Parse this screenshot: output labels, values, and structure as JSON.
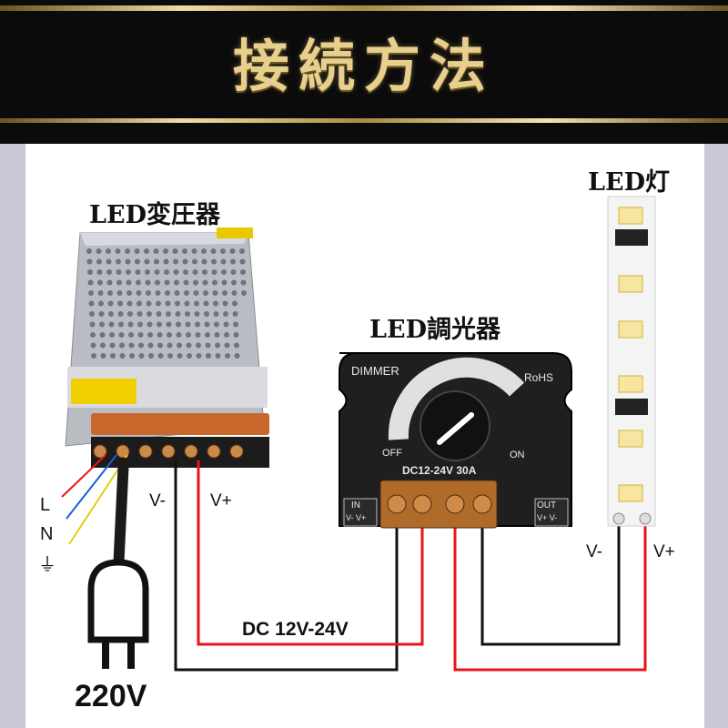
{
  "header": {
    "title": "接続方法"
  },
  "devices": {
    "transformer": {
      "label": "LED変圧器"
    },
    "dimmer": {
      "label": "LED調光器",
      "brand_text": "DIMMER",
      "cert_text": "RoHS",
      "off_label": "OFF",
      "on_label": "ON",
      "rating": "DC12-24V  30A",
      "in_label": "IN",
      "in_terms": "V- V+",
      "out_label": "OUT",
      "out_terms": "V+ V-"
    },
    "led_strip": {
      "label": "LED灯"
    }
  },
  "wiring": {
    "transformer_neg": "V-",
    "transformer_pos": "V+",
    "supply": "DC 12V-24V",
    "strip_neg": "V-",
    "strip_pos": "V+",
    "mains_voltage": "220V",
    "mains_l": "L",
    "mains_n": "N",
    "ground_symbol": "⏚"
  },
  "colors": {
    "gold": "#e7cf8e",
    "wire_red": "#e8141b",
    "wire_black": "#111111"
  }
}
